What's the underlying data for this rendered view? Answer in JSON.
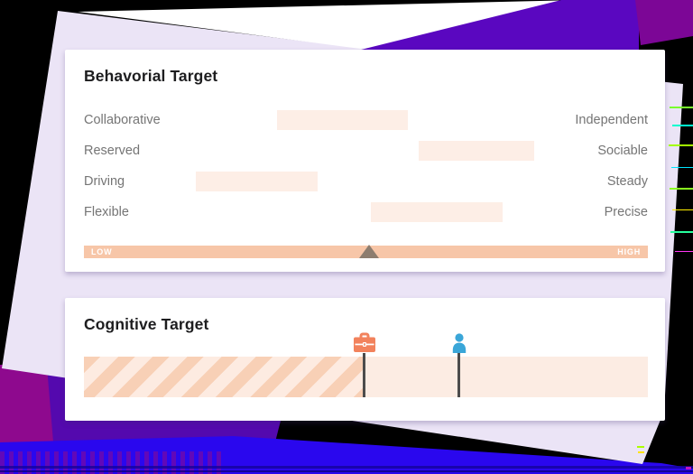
{
  "behavioral_card": {
    "title": "Behavorial Target",
    "rows": [
      {
        "left_label": "Collaborative",
        "right_label": "Independent",
        "bar_left_pct": 34.3,
        "bar_width_pct": 23.2
      },
      {
        "left_label": "Reserved",
        "right_label": "Sociable",
        "bar_left_pct": 59.3,
        "bar_width_pct": 20.5
      },
      {
        "left_label": "Driving",
        "right_label": "Steady",
        "bar_left_pct": 19.9,
        "bar_width_pct": 21.6
      },
      {
        "left_label": "Flexible",
        "right_label": "Precise",
        "bar_left_pct": 50.8,
        "bar_width_pct": 23.4
      }
    ],
    "scale": {
      "low_label": "LOW",
      "high_label": "HIGH",
      "marker_pct": 50.5
    }
  },
  "cognitive_card": {
    "title": "Cognitive Target",
    "striped_region_width_pct": 49.8,
    "markers": [
      {
        "name": "briefcase",
        "pct": 49.7
      },
      {
        "name": "person",
        "pct": 66.5
      }
    ]
  },
  "chart_data": [
    {
      "type": "range_bars",
      "title": "Behavorial Target",
      "axis": {
        "left": "LOW",
        "right": "HIGH"
      },
      "rows": [
        {
          "left": "Collaborative",
          "right": "Independent",
          "range_pct": [
            34,
            58
          ]
        },
        {
          "left": "Reserved",
          "right": "Sociable",
          "range_pct": [
            59,
            80
          ]
        },
        {
          "left": "Driving",
          "right": "Steady",
          "range_pct": [
            20,
            42
          ]
        },
        {
          "left": "Flexible",
          "right": "Precise",
          "range_pct": [
            51,
            74
          ]
        }
      ],
      "marker_pct": 50
    },
    {
      "type": "range_bar",
      "title": "Cognitive Target",
      "striped_range_pct": [
        0,
        50
      ],
      "markers": [
        {
          "label": "briefcase",
          "pct": 50
        },
        {
          "label": "person",
          "pct": 66
        }
      ]
    }
  ],
  "colors": {
    "bg_black": "#000000",
    "bg_lavender": "#ebe4f6",
    "bg_white_sheet": "#ffffff",
    "bg_purple": "#5a07c0",
    "bg_purple_dark": "#7c0696",
    "bg_magenta": "#8e098e",
    "bg_violet": "#5409ae",
    "bg_blue": "#2a07ee",
    "title_dark": "#1d1d1f",
    "label_gray": "#757575",
    "bar_peach": "#fdeee6",
    "scale_salmon": "#f7c6a8",
    "scale_text": "#ffffff",
    "marker_triangle": "#8d7d6f",
    "marker_stem": "#4c4c4c",
    "stripe_dark": "#f8d0b6",
    "stripe_light": "#fdebe1",
    "cognitive_bar": "#fcece3",
    "briefcase": "#f2825c",
    "person": "#3aa6d8"
  }
}
